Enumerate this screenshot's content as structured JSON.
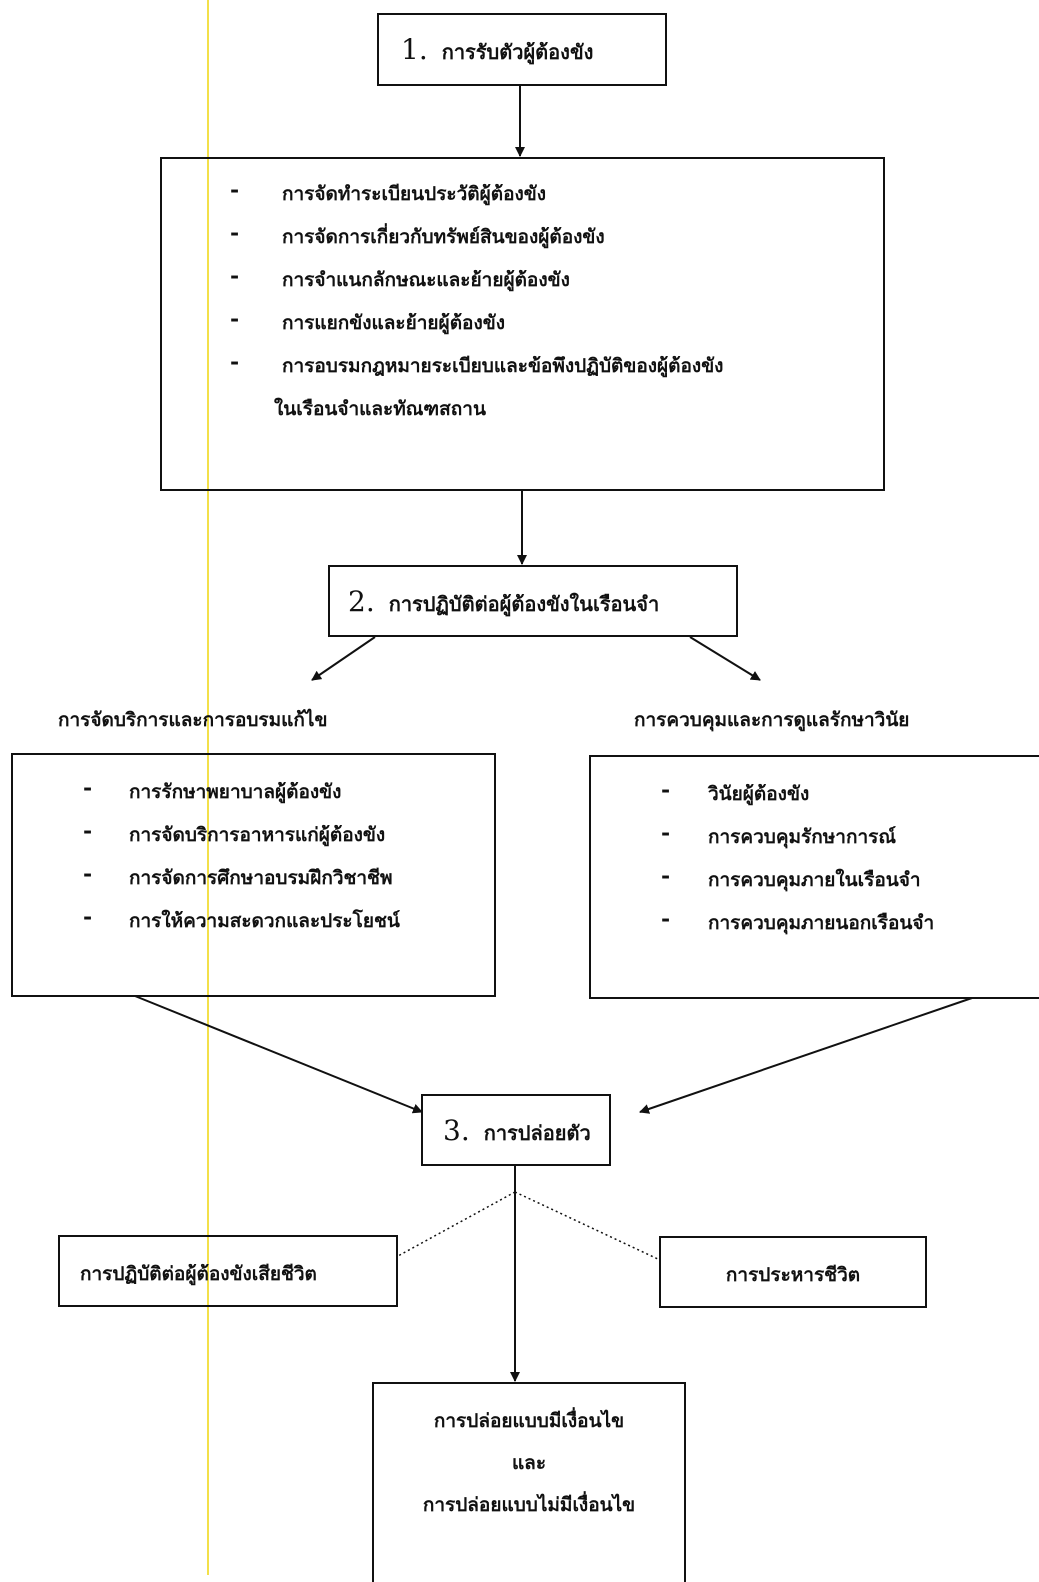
{
  "step1": {
    "number": "1.",
    "title": "การรับตัวผู้ต้องขัง"
  },
  "admission_items": [
    "การจัดทำระเบียนประวัติผู้ต้องขัง",
    "การจัดการเกี่ยวกับทรัพย์สินของผู้ต้องขัง",
    "การจำแนกลักษณะและย้ายผู้ต้องขัง",
    "การแยกขังและย้ายผู้ต้องขัง",
    "การอบรมกฎหมายระเบียบและข้อพึงปฏิบัติของผู้ต้องขัง"
  ],
  "admission_item5_cont": "ในเรือนจำและทัณฑสถาน",
  "dash": "-",
  "step2": {
    "number": "2.",
    "title": "การปฏิบัติต่อผู้ต้องขังในเรือนจำ"
  },
  "left_branch": {
    "heading": "การจัดบริการและการอบรมแก้ไข",
    "items": [
      "การรักษาพยาบาลผู้ต้องขัง",
      "การจัดบริการอาหารแก่ผู้ต้องขัง",
      "การจัดการศึกษาอบรมฝึกวิชาชีพ",
      "การให้ความสะดวกและประโยชน์"
    ]
  },
  "right_branch": {
    "heading": "การควบคุมและการดูแลรักษาวินัย",
    "items": [
      "วินัยผู้ต้องขัง",
      "การควบคุมรักษาการณ์",
      "การควบคุมภายในเรือนจำ",
      "การควบคุมภายนอกเรือนจำ"
    ]
  },
  "step3": {
    "number": "3.",
    "title": "การปล่อยตัว"
  },
  "side_left": "การปฏิบัติต่อผู้ต้องขังเสียชีวิต",
  "side_right": "การประหารชีวิต",
  "release": {
    "line1": "การปล่อยแบบมีเงื่อนไข",
    "line2": "และ",
    "line3": "การปล่อยแบบไม่มีเงื่อนไข"
  },
  "colors": {
    "line": "#111111",
    "highlight": "#f3e04a"
  }
}
